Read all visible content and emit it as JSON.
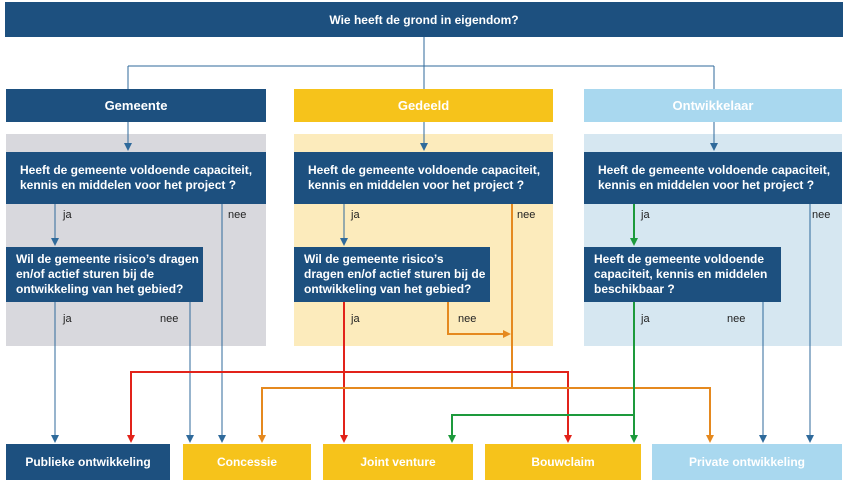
{
  "top_question": "Wie heeft de grond in eigendom?",
  "columns": [
    {
      "title": "Gemeente",
      "q1": "Heeft de gemeente voldoende capaciteit, kennis en middelen voor het project ?",
      "q2": "Wil de gemeente risico’s dragen en/of actief sturen bij de ontwikkeling van het gebied?",
      "yes1": "ja",
      "no1": "nee",
      "yes2": "ja",
      "no2": "nee"
    },
    {
      "title": "Gedeeld",
      "q1": "Heeft de gemeente voldoende capaciteit, kennis en middelen voor het project ?",
      "q2": "Wil de gemeente risico’s dragen en/of actief sturen bij de ontwikkeling van het gebied?",
      "yes1": "ja",
      "no1": "nee",
      "yes2": "ja",
      "no2": "nee"
    },
    {
      "title": "Ontwikkelaar",
      "q1": "Heeft de gemeente voldoende capaciteit, kennis en middelen voor het project ?",
      "q2": "Heeft de gemeente voldoende capaciteit, kennis en middelen beschikbaar ?",
      "yes1": "ja",
      "no1": "nee",
      "yes2": "ja",
      "no2": "nee"
    }
  ],
  "outcomes": [
    "Publieke ontwikkeling",
    "Concessie",
    "Joint venture",
    "Bouwclaim",
    "Private ontwikkeling"
  ],
  "colors": {
    "navy": "#1d507f",
    "yellow": "#f6c31b",
    "light_blue": "#a9d8ef",
    "grey_panel": "#d8d8dd",
    "yellow_panel": "#fcebbc",
    "blue_panel": "#d6e7f1",
    "red": "#e2231a",
    "orange": "#e5891f",
    "green": "#1d9a3c",
    "line_blue": "#2f6a9b"
  }
}
